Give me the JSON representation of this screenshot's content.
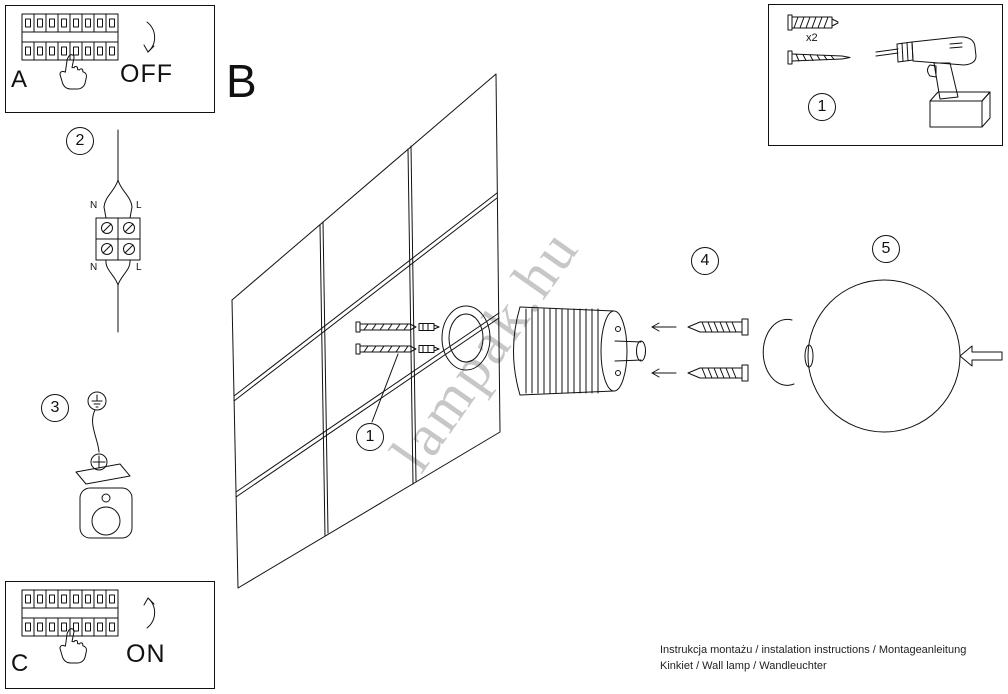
{
  "sheet": {
    "section_label": "B",
    "watermark": "lampak.hu",
    "ink_color": "#111111",
    "background": "#ffffff"
  },
  "power_off_panel": {
    "label": "A",
    "state": "OFF"
  },
  "power_on_panel": {
    "label": "C",
    "state": "ON"
  },
  "tools_box": {
    "step_number": "1",
    "anchor_quantity": "x2"
  },
  "step_badges": {
    "wall_drilling": "1",
    "wiring": "2",
    "bracket": "3",
    "lamp_body": "4",
    "lamp_shade": "5"
  },
  "wiring_diagram": {
    "top_left_terminal": "N",
    "top_right_terminal": "L",
    "bottom_left_terminal": "N",
    "bottom_right_terminal": "L"
  },
  "footer": {
    "line1": "Instrukcja montażu / instalation instructions / Montageanleitung",
    "line2": "Kinkiet / Wall lamp / Wandleuchter"
  }
}
